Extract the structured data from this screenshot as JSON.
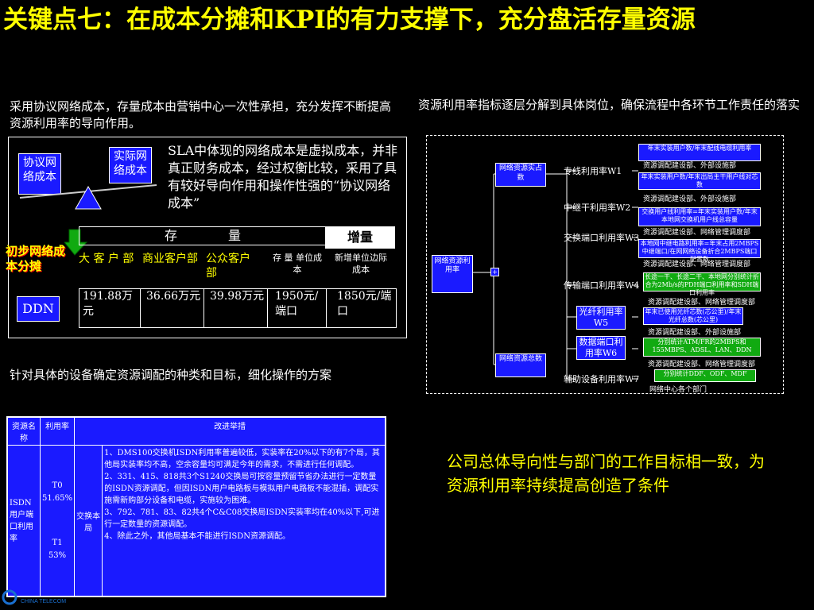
{
  "title": "关键点七：在成本分摊和KPI的有力支撑下，充分盘活存量资源",
  "left_note": "采用协议网络成本，存量成本由营销中心一次性承担，充分发挥不断提高资源利用率的导向作用。",
  "right_note": "资源利用率指标逐层分解到具体岗位，确保流程中各环节工作责任的落实",
  "bottom_left_note": "针对具体的设备确定资源调配的种类和目标，细化操作的方案",
  "conclusion": "公司总体导向性与部门的工作目标相一致，为资源利用率持续提高创造了条件",
  "scale": {
    "left_box": "协议网络成本",
    "right_box": "实际网络成本",
    "sla_text": "SLA中体现的网络成本是虚拟成本，并非真正财务成本，经过权衡比较，采用了具有较好导向作用和操作性强的“协议网络成本”"
  },
  "allocation": {
    "label": "初步网络成本分摊",
    "stock_header": "存　　　　量",
    "increment_header": "增量",
    "cols": [
      "大 客 户 部",
      "商业客户部",
      "公众客户 部",
      "存 量 单位成本",
      "新增单位边际成本"
    ],
    "row_label": "DDN",
    "row_values": [
      "191.88万元",
      "36.66万元",
      "39.98万元",
      "1950元/端口",
      "1850元/端口"
    ]
  },
  "tree": {
    "root": "网络资源利用率",
    "occupied": "网络资源实占数",
    "total": "网络资源总数",
    "metrics": [
      "专线利用率W1",
      "中继干利用率W2",
      "交换端口利用率W3",
      "传输端口利用率W4",
      "光纤利用率W5",
      "数据端口利用率W6",
      "辅助设备利用率W7"
    ],
    "descs": [
      "年末实装用户数/年末配线电缆利用率",
      "年末实装用户数/年末出局主干用户线对芯数",
      "交换用户线利用率=年末实装用户数/年末本地网交换机用户线总容量",
      "本地网中继电路利用率=年末占用2MBPS中继端口/在网网络设备折合2MBPS端口配置数",
      "长途一干、长途二干、本地网分别统计折合为2Mb/s的PDH端口利用率和SDH端口利用率",
      "年末已使用光纤芯数(芯公里)/年末光纤总数(芯公里)",
      "分别统计ATM/FR的2MBPS和155MBPS、ADSL、LAN、DDN",
      "分别统计DDF、ODF、MDF"
    ],
    "depts": [
      "资源调配建设部、外部设施部",
      "资源调配建设部、外部设施部",
      "资源调配建设部、网络管理调度部",
      "资源调配建设部、网络管理调度部",
      "资源调配建设部、网络管理调度部",
      "资源调配建设部、外部设施部",
      "资源调配建设部、网络管理调度部",
      "网络中心各个部门"
    ]
  },
  "isdn_table": {
    "headers": [
      "资源名称",
      "利用率",
      "改进举措"
    ],
    "resource": "ISDN用户端口利用率",
    "rates": [
      "T0 51.65%",
      "T1 53%"
    ],
    "dept": "交换本局",
    "measures": "1、DMS100交换机ISDN利用率普遍较低，实装率在20%以下的有7个局，其他局实装率均不高，空余容量均可满足今年的需求，不需进行任何调配。\n2、331、415、818共3个S1240交换局可按容量预留节省办法进行一定数量的ISDN资源调配，但因ISDN用户电路板与模拟用户电路板不能混插，调配实施需新购部分设备和电缆，实施较为困难。\n3、792、781、83、82共4个C&C08交换局ISDN实装率均在40%以下,可进行一定数量的资源调配。\n4、除此之外，其他局基本不能进行ISDN资源调配。"
  },
  "logo": {
    "text": "CHINA TELECOM"
  }
}
